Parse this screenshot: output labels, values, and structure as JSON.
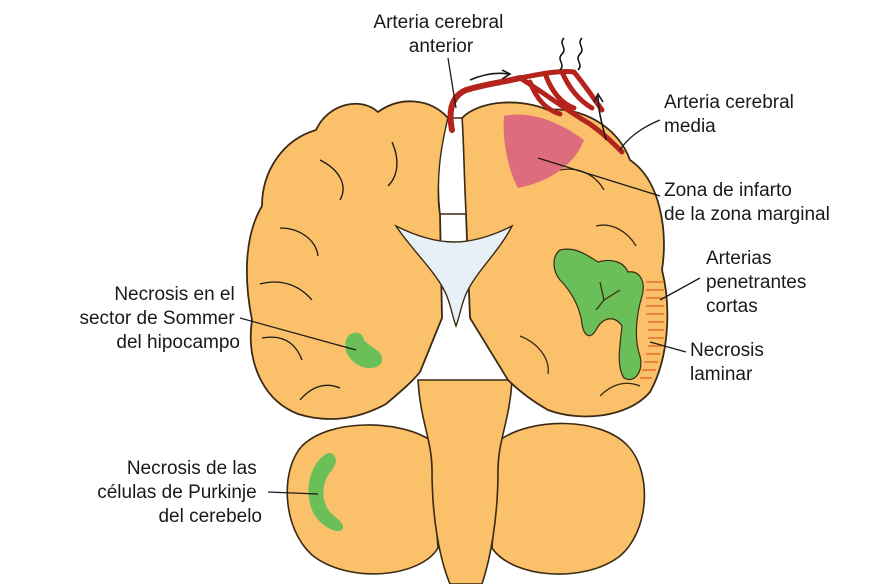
{
  "labels": {
    "anterior_artery": [
      "Arteria cerebral",
      "anterior"
    ],
    "middle_artery": [
      "Arteria cerebral",
      "media"
    ],
    "infarct_zone": [
      "Zona de infarto",
      "de la zona marginal"
    ],
    "penetrating_arteries": [
      "Arterias",
      "penetrantes",
      "cortas"
    ],
    "laminar_necrosis": [
      "Necrosis",
      "laminar"
    ],
    "sommer_necrosis": [
      "Necrosis en el",
      "sector de Sommer",
      "del hipocampo"
    ],
    "purkinje_necrosis": [
      "Necrosis de las",
      "células de Purkinje",
      "del cerebelo"
    ]
  },
  "colors": {
    "brain_tissue": "#fbc16a",
    "outline": "#3b2a14",
    "artery": "#b5241c",
    "infarct": "#d9647e",
    "necrosis": "#6bbf59",
    "ventricle": "#e8f0f7",
    "penetrating": "#e8722a"
  }
}
